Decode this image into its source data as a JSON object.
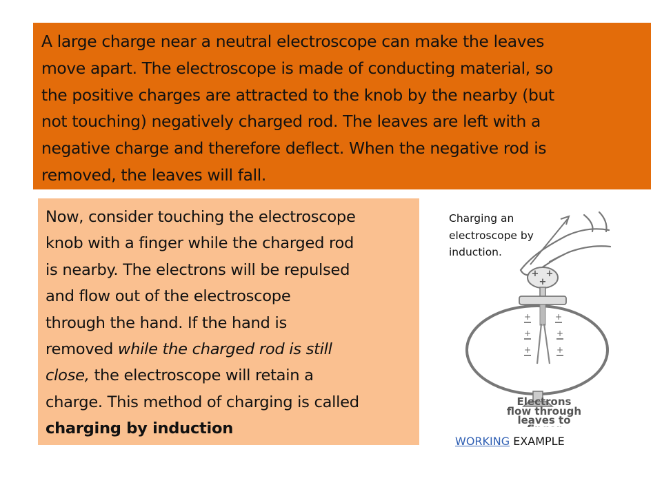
{
  "intro": {
    "lines": [
      "A large charge near a neutral electroscope can make the leaves",
      "move apart. The electroscope is made of conducting material, so",
      "the positive charges are attracted to the knob by the nearby (but",
      "not touching) negatively charged rod. The leaves are left with a",
      "negative charge and therefore deflect. When the negative rod is",
      "removed, the leaves will fall."
    ]
  },
  "induction": {
    "line1": "Now, consider touching the electroscope",
    "line2": "knob with a finger while the charged rod",
    "line3": "is nearby. The electrons will be repulsed",
    "line4": "and flow out of the electroscope",
    "line5": "through the hand. If the hand is",
    "line6_normal": "removed ",
    "line6_italic": "while the charged rod is still",
    "line7_italic": "close,",
    "line7_normal": " the electroscope will retain a",
    "line8": "charge. This method of charging is called",
    "line9_bold": "charging by induction"
  },
  "figure": {
    "caption_lines": [
      "Charging an",
      "electroscope by",
      "induction."
    ],
    "plus_sign": "+",
    "label_lines": [
      "Electrons",
      "flow through",
      "leaves to",
      "finger"
    ]
  },
  "footer": {
    "link_text": "WORKING",
    "rest_text": " EXAMPLE"
  },
  "colors": {
    "top_box": "#e36c0a",
    "mid_box": "#fac090",
    "link": "#2f5fb3"
  }
}
